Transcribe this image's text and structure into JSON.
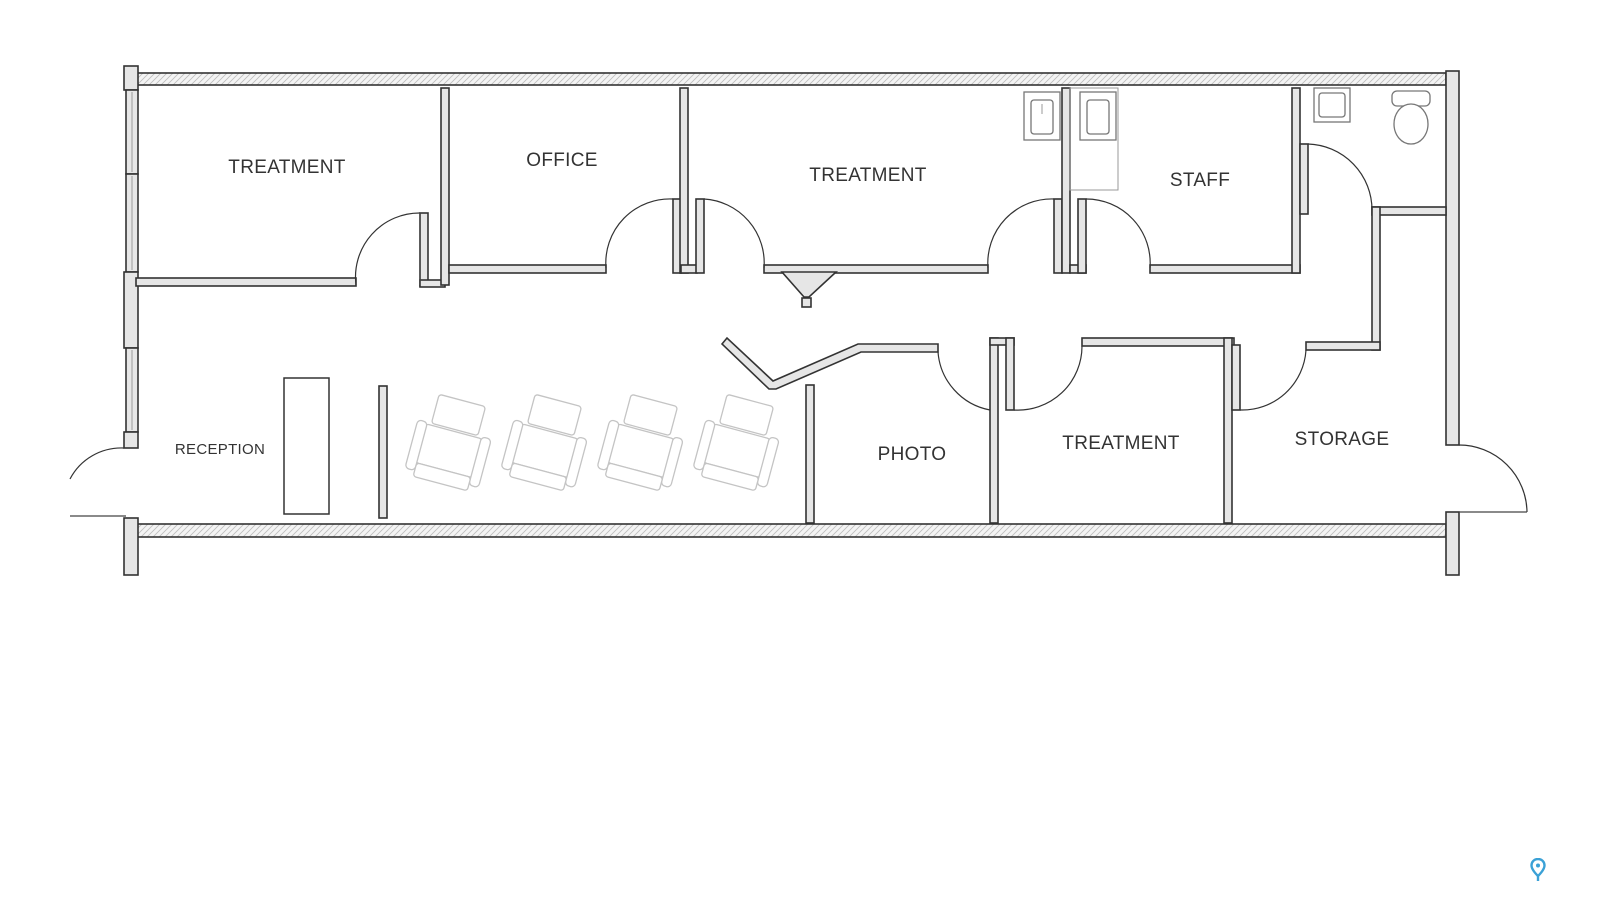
{
  "rooms": {
    "treatment_1": "TREATMENT",
    "office": "OFFICE",
    "treatment_2": "TREATMENT",
    "staff": "STAFF",
    "reception": "RECEPTION",
    "photo": "PHOTO",
    "treatment_3": "TREATMENT",
    "storage": "STORAGE"
  },
  "fixtures": {
    "waiting_chairs": 4,
    "sinks": 3,
    "toilets": 1
  },
  "colors": {
    "wall_fill": "#e6e6e6",
    "wall_stroke": "#333333",
    "chair": "#c4c4c4",
    "pin": "#3ba1d6"
  },
  "icons": {
    "corner_marker": "location-pin-icon"
  }
}
